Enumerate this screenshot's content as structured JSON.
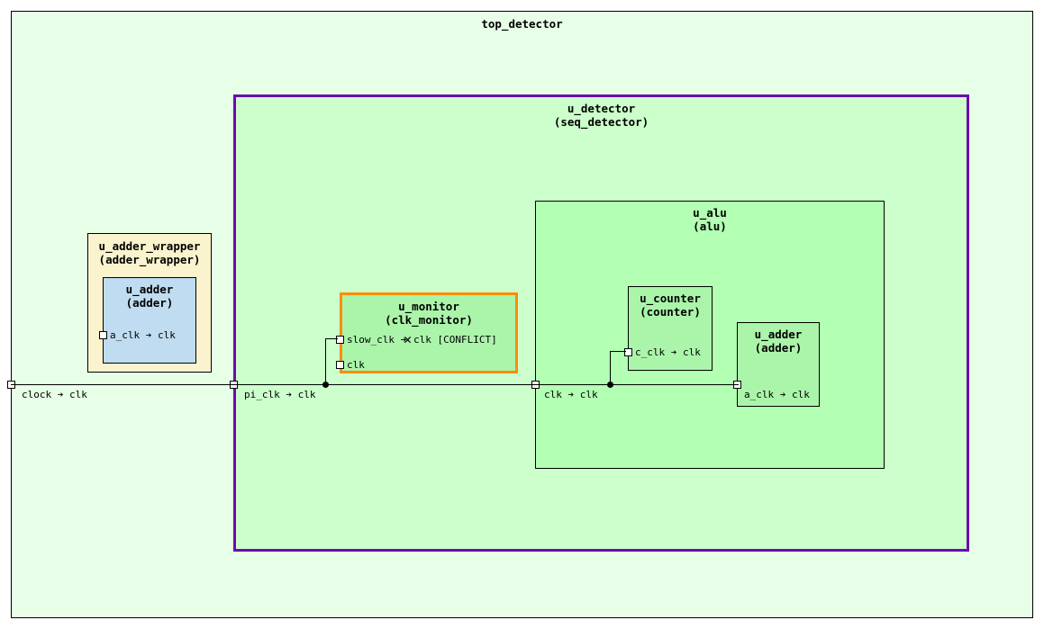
{
  "diagram": {
    "type": "clock-connectivity-hierarchy",
    "title": "top_detector",
    "arrow_glyph": "➔",
    "conflict_glyph": "✕",
    "colors": {
      "top_fill": "#e6ffe6",
      "top_border": "#000000",
      "detector_fill": "#ccffcc",
      "detector_border": "#6a0dad",
      "alu_fill": "#b3ffb3",
      "leaf_green_fill": "#aaf5aa",
      "wrapper_yellow_fill": "#faf3cd",
      "adder_blue_fill": "#bfdcf0",
      "monitor_border": "#ff8c00",
      "wire": "#000000"
    }
  },
  "blocks": {
    "top": {
      "instance": "top_detector",
      "module": ""
    },
    "detector": {
      "instance": "u_detector",
      "module": "(seq_detector)"
    },
    "adder_wrapper": {
      "instance": "u_adder_wrapper",
      "module": "(adder_wrapper)"
    },
    "adder_wrapped": {
      "instance": "u_adder",
      "module": "(adder)"
    },
    "monitor": {
      "instance": "u_monitor",
      "module": "(clk_monitor)"
    },
    "alu": {
      "instance": "u_alu",
      "module": "(alu)"
    },
    "counter": {
      "instance": "u_counter",
      "module": "(counter)"
    },
    "adder_alu": {
      "instance": "u_adder",
      "module": "(adder)"
    }
  },
  "ports": {
    "adder_wrapped_clk": "a_clk ➔ clk",
    "monitor_slow_clk": "slow_clk ➔",
    "monitor_slow_clk_target": "clk [CONFLICT]",
    "monitor_clk": "clk",
    "counter_clk": "c_clk ➔ clk",
    "adder_alu_clk": "a_clk ➔ clk"
  },
  "bus_labels": {
    "top_clock": "clock ➔ clk",
    "detector_clk": "pi_clk ➔ clk",
    "alu_clk": "clk ➔ clk",
    "adder_alu": "a_clk ➔ clk"
  }
}
